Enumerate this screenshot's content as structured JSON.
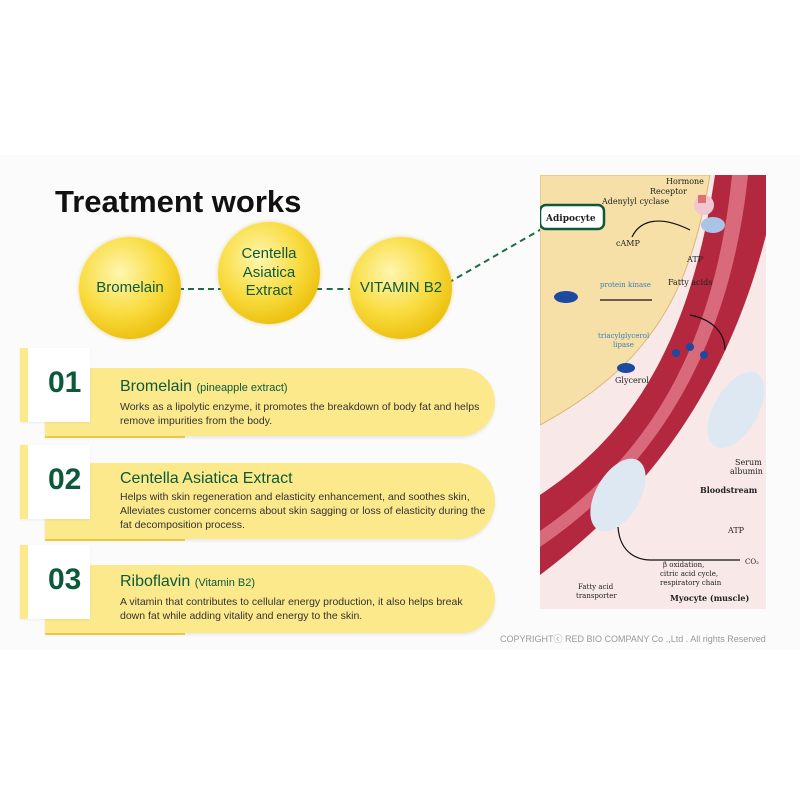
{
  "title": "Treatment works",
  "ingredients_circles": [
    "Bromelain",
    "Centella Asiatica Extract",
    "VITAMIN B2"
  ],
  "items": [
    {
      "number": "01",
      "name": "Bromelain",
      "note": "(pineapple extract)",
      "desc": "Works as a lipolytic enzyme, it promotes the breakdown of body fat and helps remove impurities from the body."
    },
    {
      "number": "02",
      "name": "Centella Asiatica Extract",
      "note": "",
      "desc": "Helps with skin regeneration and elasticity enhancement, and soothes skin, Alleviates customer concerns about skin sagging or loss of elasticity during the fat decomposition process."
    },
    {
      "number": "03",
      "name": "Riboflavin",
      "note": "(Vitamin B2)",
      "desc": "A vitamin that contributes to cellular energy production, it also helps break down fat while adding vitality and energy to the skin."
    }
  ],
  "diagram": {
    "adipocyte": "Adipocyte",
    "hormone": "Hormone",
    "receptor": "Receptor",
    "adenylyl": "Adenylyl cyclase",
    "camp": "cAMP",
    "atp": "ATP",
    "protein_kinase": "protein kinase",
    "fatty_acids": "Fatty acids",
    "tag_lipase_1": "triacylglycerol",
    "tag_lipase_2": "lipase",
    "glycerol": "Glycerol",
    "serum_1": "Serum",
    "serum_2": "albumin",
    "bloodstream": "Bloodstream",
    "atp2": "ATP",
    "co2": "CO₂",
    "beta_1": "β oxidation,",
    "beta_2": "citric acid cycle,",
    "beta_3": "respiratory chain",
    "fat_transporter_1": "Fatty acid",
    "fat_transporter_2": "transporter",
    "myocyte": "Myocyte (muscle)"
  },
  "copyright": "COPYRIGHTⓒ RED BIO COMPANY Co .,Ltd . All rights  Reserved",
  "colors": {
    "green": "#0c5a3a",
    "yellow": "#fbe98c"
  }
}
